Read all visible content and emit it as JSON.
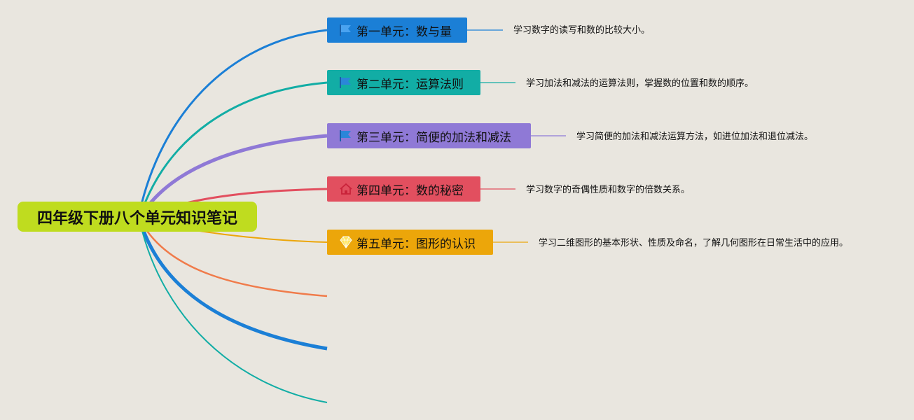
{
  "root": {
    "title": "四年级下册八个单元知识笔记"
  },
  "topics": [
    {
      "label": "第一单元：数与量",
      "note": "学习数字的读写和数的比较大小。",
      "color": "#1b7fd6",
      "icon": "flag-icon"
    },
    {
      "label": "第二单元：运算法则",
      "note": "学习加法和减法的运算法则，掌握数的位置和数的顺序。",
      "color": "#12ada5",
      "icon": "flag-icon"
    },
    {
      "label": "第三单元：简便的加法和减法",
      "note": "学习简便的加法和减法运算方法，如进位加法和退位减法。",
      "color": "#8f79d6",
      "icon": "flag-icon"
    },
    {
      "label": "第四单元：数的秘密",
      "note": "学习数字的奇偶性质和数字的倍数关系。",
      "color": "#e24f5f",
      "icon": "home-icon"
    },
    {
      "label": "第五单元：图形的认识",
      "note": "学习二维图形的基本形状、性质及命名，了解几何图形在日常生活中的应用。",
      "color": "#eca60a",
      "icon": "diamond-icon"
    }
  ],
  "extra_branch_colors": [
    "#f07b4a",
    "#1b7fd6",
    "#12ada5"
  ]
}
